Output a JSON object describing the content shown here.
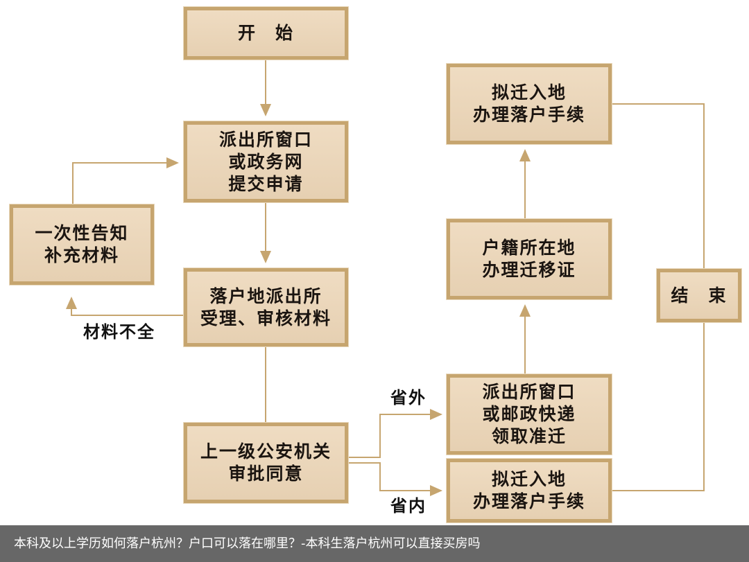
{
  "nodes": {
    "start": [
      "开　始"
    ],
    "submit": [
      "派出所窗口",
      "或政务网",
      "提交申请"
    ],
    "notify": [
      "一次性告知",
      "补充材料"
    ],
    "review": [
      "落户地派出所",
      "受理、审核材料"
    ],
    "approve": [
      "上一级公安机关",
      "审批同意"
    ],
    "outside_collect": [
      "派出所窗口",
      "或邮政快递",
      "领取准迁"
    ],
    "origin_migrate": [
      "户籍所在地",
      "办理迁移证"
    ],
    "dest_top": [
      "拟迁入地",
      "办理落户手续"
    ],
    "dest_bottom": [
      "拟迁入地",
      "办理落户手续"
    ],
    "end": [
      "结　束"
    ]
  },
  "labels": {
    "incomplete": "材料不全",
    "out_of_province": "省外",
    "in_province": "省内"
  },
  "caption": "本科及以上学历如何落户杭州？户口可以落在哪里？-本科生落户杭州可以直接买房吗",
  "colors": {
    "border": "#c6a56f",
    "fill": "#ead5b8",
    "line": "#c6a56f"
  }
}
